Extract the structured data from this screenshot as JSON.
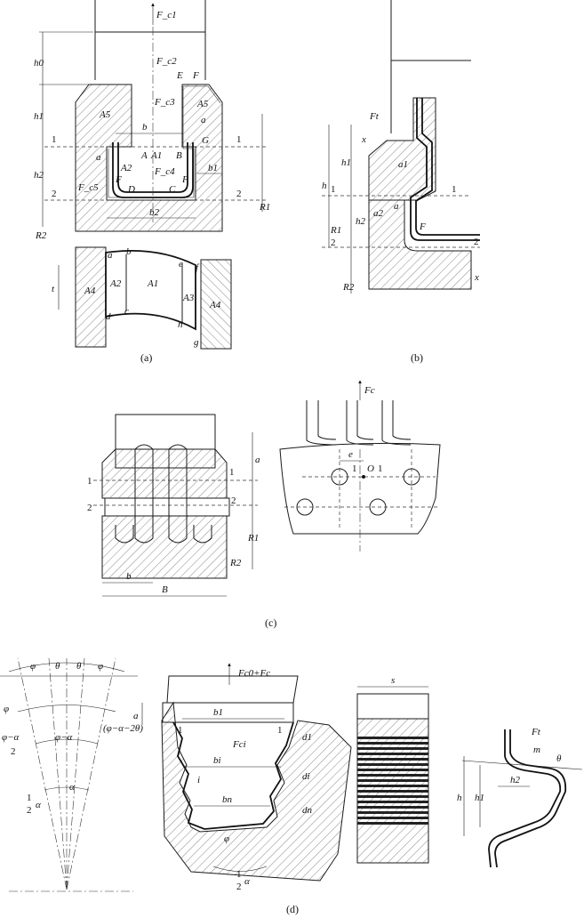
{
  "captions": {
    "a": "(a)",
    "b": "(b)",
    "c": "(c)",
    "d": "(d)"
  },
  "panel_a": {
    "forces": [
      "F_c1",
      "F_c2",
      "F_c3",
      "F_c4",
      "F_c5"
    ],
    "labels": {
      "h0": "h0",
      "h1": "h1",
      "h2": "h2",
      "b": "b",
      "b1": "b1",
      "b2": "b2",
      "a": "a",
      "R1": "R1",
      "R2": "R2",
      "F": "F",
      "E": "E",
      "A": "A",
      "B": "B",
      "C": "C",
      "D": "D",
      "G": "G",
      "A1": "A1",
      "A2": "A2",
      "A3": "A3",
      "A4": "A4",
      "A5": "A5",
      "line1": "1",
      "line2": "2",
      "t": "t",
      "pa": "a",
      "pb": "b",
      "pc": "c",
      "pd": "d",
      "pe": "e",
      "pf": "f",
      "pg": "g",
      "ph": "h"
    }
  },
  "panel_b": {
    "labels": {
      "Ft": "Ft",
      "x": "x",
      "h": "h",
      "h1": "h1",
      "h2": "h2",
      "a1": "a1",
      "a2": "a2",
      "a": "a",
      "F": "F",
      "R1": "R1",
      "R2": "R2",
      "line1": "1",
      "line2": "2",
      "xaxis": "x"
    }
  },
  "panel_c": {
    "labels": {
      "a": "a",
      "b": "b",
      "B": "B",
      "R1": "R1",
      "R2": "R2",
      "Fc": "Fc",
      "e": "e",
      "O": "O",
      "line1": "1",
      "line2": "2"
    }
  },
  "panel_d": {
    "labels": {
      "phi": "φ",
      "theta": "θ",
      "phi_minus_alpha": "φ−α",
      "phi_minus_alpha_half": "2",
      "expr": "(φ−α−2θ)",
      "half": "1",
      "half_den": "2",
      "alpha": "α",
      "force": "Fc0+Fc",
      "b1": "b1",
      "bi": "bi",
      "bn": "bn",
      "Fci": "Fci",
      "i": "i",
      "a": "a",
      "d1": "d1",
      "di": "di",
      "dn": "dn",
      "s": "s",
      "line1": "1",
      "Ft": "Ft",
      "m": "m",
      "h": "h",
      "h1": "h1",
      "h2": "h2"
    }
  }
}
